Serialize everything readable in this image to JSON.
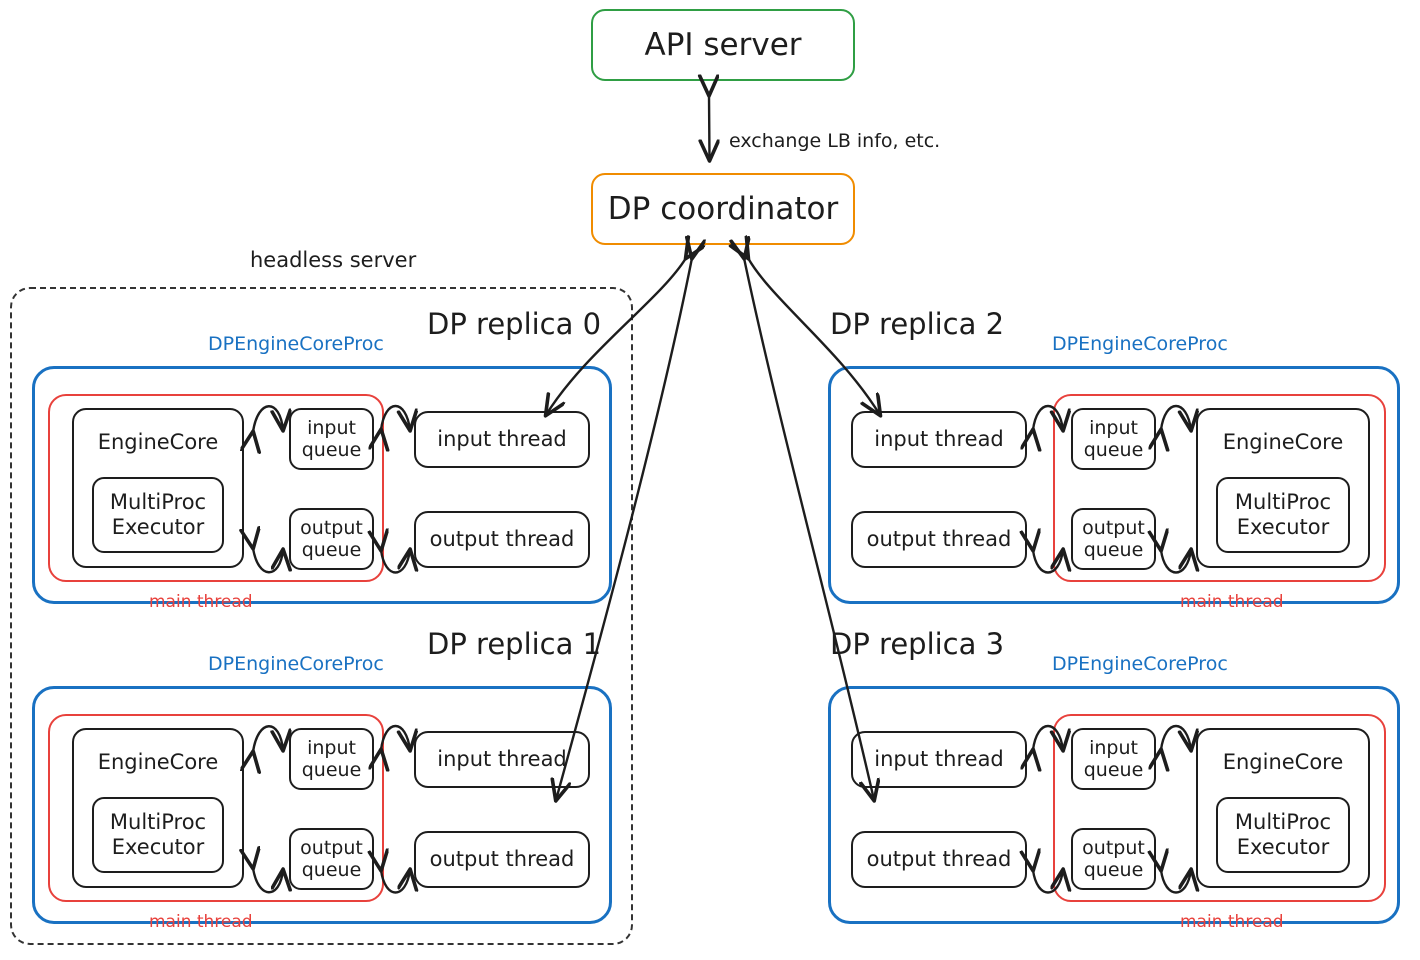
{
  "diagram": {
    "title_nodes": {
      "api_server": "API server",
      "dp_coordinator": "DP coordinator"
    },
    "edge_labels": {
      "coordinator_api": "exchange LB info, etc."
    },
    "group_labels": {
      "headless_server": "headless server"
    },
    "colors": {
      "api_server_border": "#2f9e44",
      "coordinator_border": "#f08c00",
      "proc_border": "#1971c2",
      "main_thread_border": "#e8413c",
      "node_border": "#1d1d1d",
      "headless_border": "#333333",
      "background": "#ffffff"
    },
    "common": {
      "proc_label": "DPEngineCoreProc",
      "main_thread_label": "main thread",
      "engine_core": "EngineCore",
      "multiproc_executor": "MultiProc\nExecutor",
      "input_queue": "input\nqueue",
      "output_queue": "output\nqueue",
      "input_thread": "input thread",
      "output_thread": "output thread"
    },
    "replicas": [
      {
        "id": "dp-replica-0",
        "title": "DP replica 0",
        "orientation": "engine-left",
        "inside_headless": true,
        "proc_label": "DPEngineCoreProc",
        "main_thread_label": "main thread",
        "boxes": {
          "engine_core": "EngineCore",
          "multiproc_executor_line1": "MultiProc",
          "multiproc_executor_line2": "Executor",
          "input_queue_line1": "input",
          "input_queue_line2": "queue",
          "output_queue_line1": "output",
          "output_queue_line2": "queue",
          "input_thread": "input thread",
          "output_thread": "output thread"
        }
      },
      {
        "id": "dp-replica-1",
        "title": "DP replica 1",
        "orientation": "engine-left",
        "inside_headless": true,
        "proc_label": "DPEngineCoreProc",
        "main_thread_label": "main thread",
        "boxes": {
          "engine_core": "EngineCore",
          "multiproc_executor_line1": "MultiProc",
          "multiproc_executor_line2": "Executor",
          "input_queue_line1": "input",
          "input_queue_line2": "queue",
          "output_queue_line1": "output",
          "output_queue_line2": "queue",
          "input_thread": "input thread",
          "output_thread": "output thread"
        }
      },
      {
        "id": "dp-replica-2",
        "title": "DP replica 2",
        "orientation": "engine-right",
        "inside_headless": false,
        "proc_label": "DPEngineCoreProc",
        "main_thread_label": "main thread",
        "boxes": {
          "engine_core": "EngineCore",
          "multiproc_executor_line1": "MultiProc",
          "multiproc_executor_line2": "Executor",
          "input_queue_line1": "input",
          "input_queue_line2": "queue",
          "output_queue_line1": "output",
          "output_queue_line2": "queue",
          "input_thread": "input thread",
          "output_thread": "output thread"
        }
      },
      {
        "id": "dp-replica-3",
        "title": "DP replica 3",
        "orientation": "engine-right",
        "inside_headless": false,
        "proc_label": "DPEngineCoreProc",
        "main_thread_label": "main thread",
        "boxes": {
          "engine_core": "EngineCore",
          "multiproc_executor_line1": "MultiProc",
          "multiproc_executor_line2": "Executor",
          "input_queue_line1": "input",
          "input_queue_line2": "queue",
          "output_queue_line1": "output",
          "output_queue_line2": "queue",
          "input_thread": "input thread",
          "output_thread": "output thread"
        }
      }
    ]
  }
}
